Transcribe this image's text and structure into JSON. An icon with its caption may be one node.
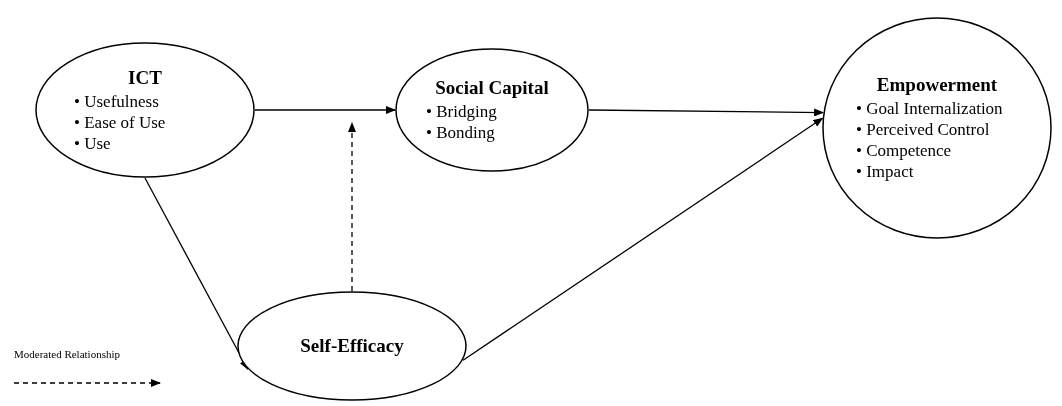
{
  "diagram": {
    "nodes": [
      {
        "text": [
          "ICT",
          "• Usefulness",
          "• Ease of Use",
          "• Use"
        ]
      },
      {
        "text": [
          "Social Capital",
          "• Bridging",
          "• Bonding"
        ]
      },
      {
        "text": [
          "Empowerment",
          "• Goal Internalization",
          "• Perceived Control",
          "• Competence",
          "• Impact"
        ]
      },
      {
        "text": [
          "Self-Efficacy"
        ]
      }
    ],
    "edges": [
      {
        "from": 0,
        "to": 1,
        "arrow": "to"
      },
      {
        "from": 1,
        "to": 2,
        "arrow": "to"
      },
      {
        "from": 0,
        "to": 3,
        "arrow": "to"
      },
      {
        "from": 3,
        "to": 2,
        "arrow": "to"
      },
      {
        "from": 3,
        "to": null,
        "arrow": "to",
        "style": "dashed"
      }
    ],
    "legend": [
      {
        "text": "Moderated Relationship"
      }
    ]
  }
}
